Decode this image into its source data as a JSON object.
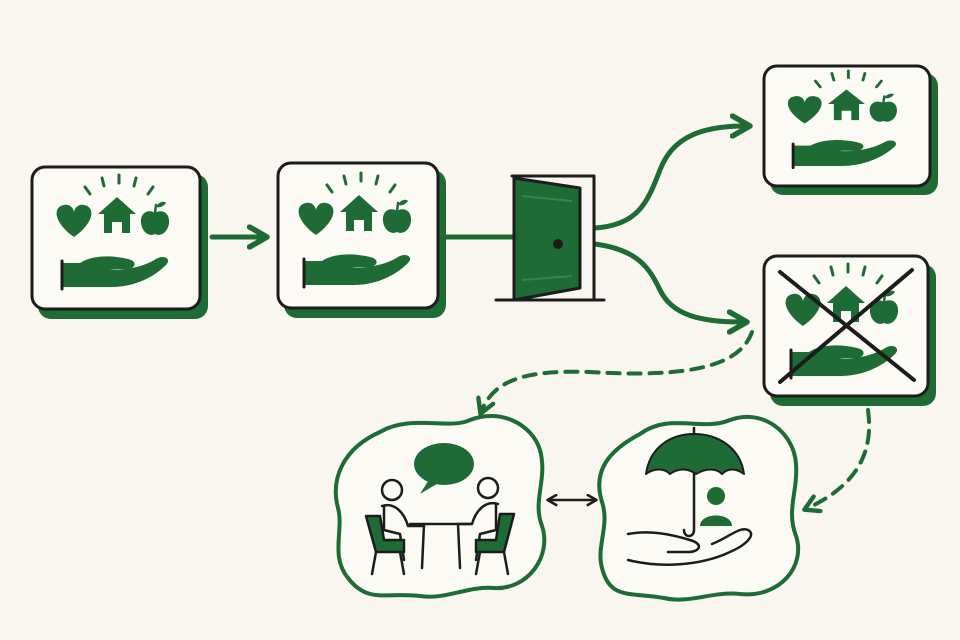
{
  "colors": {
    "background": "#f8f6ef",
    "green": "#1e6b35",
    "ink": "#1c1c1c",
    "card": "#fbfaf5"
  },
  "icons": {
    "benefit_card": [
      "heart-icon",
      "house-icon",
      "apple-icon",
      "giving-hand-icon"
    ],
    "door": "open-door-icon",
    "cross": "cross-out-icon",
    "meeting": [
      "speech-bubble-icon",
      "person-icon",
      "chair-icon",
      "table-icon"
    ],
    "protection": [
      "umbrella-icon",
      "person-icon",
      "open-hand-icon"
    ]
  },
  "nodes": [
    {
      "id": "benefits-card-1",
      "icon_set": "benefit_card",
      "state": "active"
    },
    {
      "id": "benefits-card-2",
      "icon_set": "benefit_card",
      "state": "active"
    },
    {
      "id": "exit-door",
      "icon_set": "door",
      "state": "active"
    },
    {
      "id": "benefits-card-continued",
      "icon_set": "benefit_card",
      "state": "active"
    },
    {
      "id": "benefits-card-lost",
      "icon_set": "benefit_card",
      "state": "crossed-out"
    },
    {
      "id": "consultation-bubble",
      "icon_set": "meeting",
      "state": "active"
    },
    {
      "id": "protection-bubble",
      "icon_set": "protection",
      "state": "active"
    }
  ],
  "edges": [
    {
      "from": "benefits-card-1",
      "to": "benefits-card-2",
      "style": "solid"
    },
    {
      "from": "benefits-card-2",
      "to": "exit-door",
      "style": "solid"
    },
    {
      "from": "exit-door",
      "to": "benefits-card-continued",
      "style": "solid"
    },
    {
      "from": "exit-door",
      "to": "benefits-card-lost",
      "style": "solid"
    },
    {
      "from": "benefits-card-lost",
      "to": "consultation-bubble",
      "style": "dashed"
    },
    {
      "from": "benefits-card-lost",
      "to": "protection-bubble",
      "style": "dashed"
    },
    {
      "from": "consultation-bubble",
      "to": "protection-bubble",
      "style": "double-arrow"
    }
  ]
}
